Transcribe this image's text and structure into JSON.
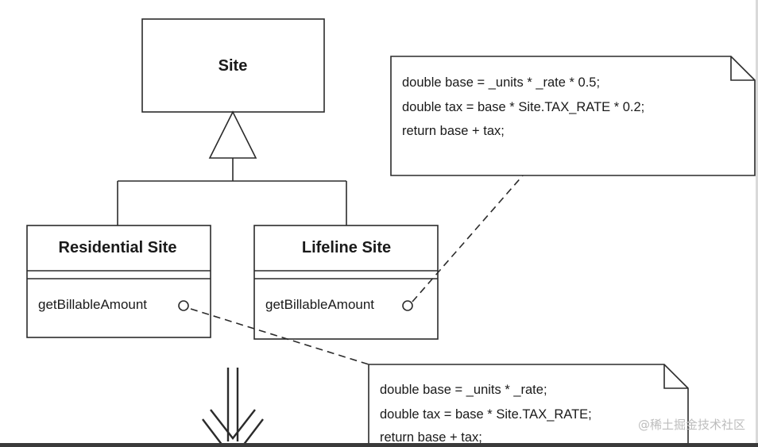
{
  "classes": {
    "site": {
      "name": "Site"
    },
    "residential": {
      "name": "Residential Site",
      "method": "getBillableAmount"
    },
    "lifeline": {
      "name": "Lifeline Site",
      "method": "getBillableAmount"
    }
  },
  "notes": {
    "lifeline": {
      "lines": [
        "double base = _units * _rate * 0.5;",
        "double tax = base * Site.TAX_RATE * 0.2;",
        "return base + tax;"
      ]
    },
    "residential": {
      "lines": [
        "double base = _units * _rate;",
        "double tax = base * Site.TAX_RATE;",
        "return base + tax;"
      ]
    }
  },
  "watermark": "@稀土掘金技术社区"
}
